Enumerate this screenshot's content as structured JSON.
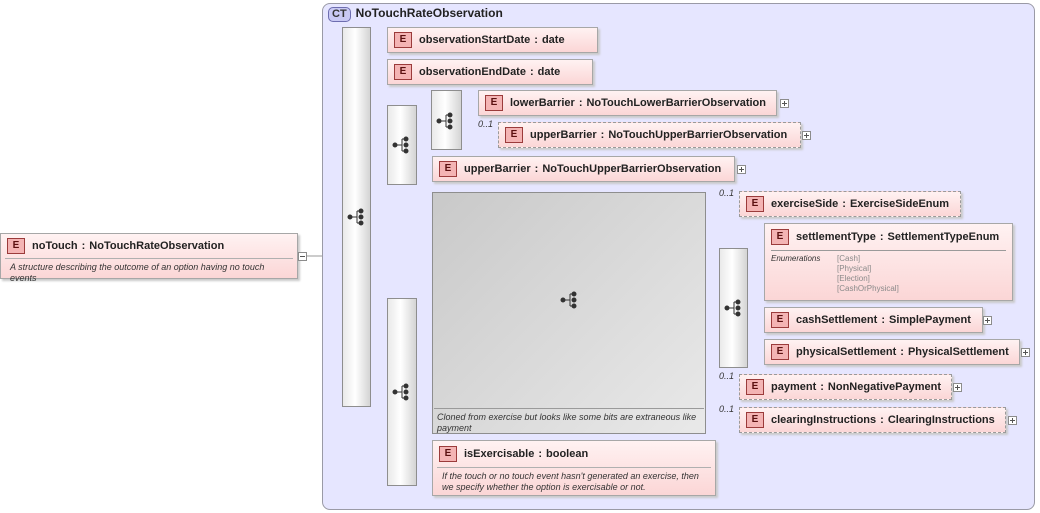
{
  "complex_type": {
    "badge": "CT",
    "name": "NoTouchRateObservation"
  },
  "root": {
    "badge": "E",
    "name": "noTouch",
    "separator": ":",
    "type": "NoTouchRateObservation",
    "description": "A structure describing the outcome of an option having no touch events"
  },
  "elements": {
    "observation_start": {
      "badge": "E",
      "name": "observationStartDate",
      "separator": ":",
      "type": "date"
    },
    "observation_end": {
      "badge": "E",
      "name": "observationEndDate",
      "separator": ":",
      "type": "date"
    },
    "lower_barrier": {
      "badge": "E",
      "name": "lowerBarrier",
      "separator": ":",
      "type": "NoTouchLowerBarrierObservation"
    },
    "upper_barrier_opt": {
      "badge": "E",
      "name": "upperBarrier",
      "separator": ":",
      "type": "NoTouchUpperBarrierObservation",
      "cardinality": "0..1"
    },
    "upper_barrier": {
      "badge": "E",
      "name": "upperBarrier",
      "separator": ":",
      "type": "NoTouchUpperBarrierObservation"
    },
    "exercise_side": {
      "badge": "E",
      "name": "exerciseSide",
      "separator": ":",
      "type": "ExerciseSideEnum",
      "cardinality": "0..1"
    },
    "settlement_type": {
      "badge": "E",
      "name": "settlementType",
      "separator": ":",
      "type": "SettlementTypeEnum",
      "enumerations_label": "Enumerations",
      "enumerations": [
        "[Cash]",
        "[Physical]",
        "[Election]",
        "[CashOrPhysical]"
      ]
    },
    "cash_settlement": {
      "badge": "E",
      "name": "cashSettlement",
      "separator": ":",
      "type": "SimplePayment"
    },
    "physical_settlement": {
      "badge": "E",
      "name": "physicalSettlement",
      "separator": ":",
      "type": "PhysicalSettlement"
    },
    "payment": {
      "badge": "E",
      "name": "payment",
      "separator": ":",
      "type": "NonNegativePayment",
      "cardinality": "0..1"
    },
    "clearing_instructions": {
      "badge": "E",
      "name": "clearingInstructions",
      "separator": ":",
      "type": "ClearingInstructions",
      "cardinality": "0..1"
    },
    "is_exercisable": {
      "badge": "E",
      "name": "isExercisable",
      "separator": ":",
      "type": "boolean",
      "description": "If the touch or no touch event hasn't generated an exercise, then we specify whether the option is exercisable or not."
    }
  },
  "cloned_group": {
    "description": "Cloned from exercise but looks like some bits are extraneous like payment"
  },
  "icons": {
    "sequence": "sequence-icon",
    "expand": "plus-icon",
    "collapse": "minus-icon"
  },
  "colors": {
    "complex_type_bg": "#e6e6ff",
    "element_bg": "#fbd6d6",
    "badge_bg": "#f4b4b4",
    "line": "#999999"
  }
}
